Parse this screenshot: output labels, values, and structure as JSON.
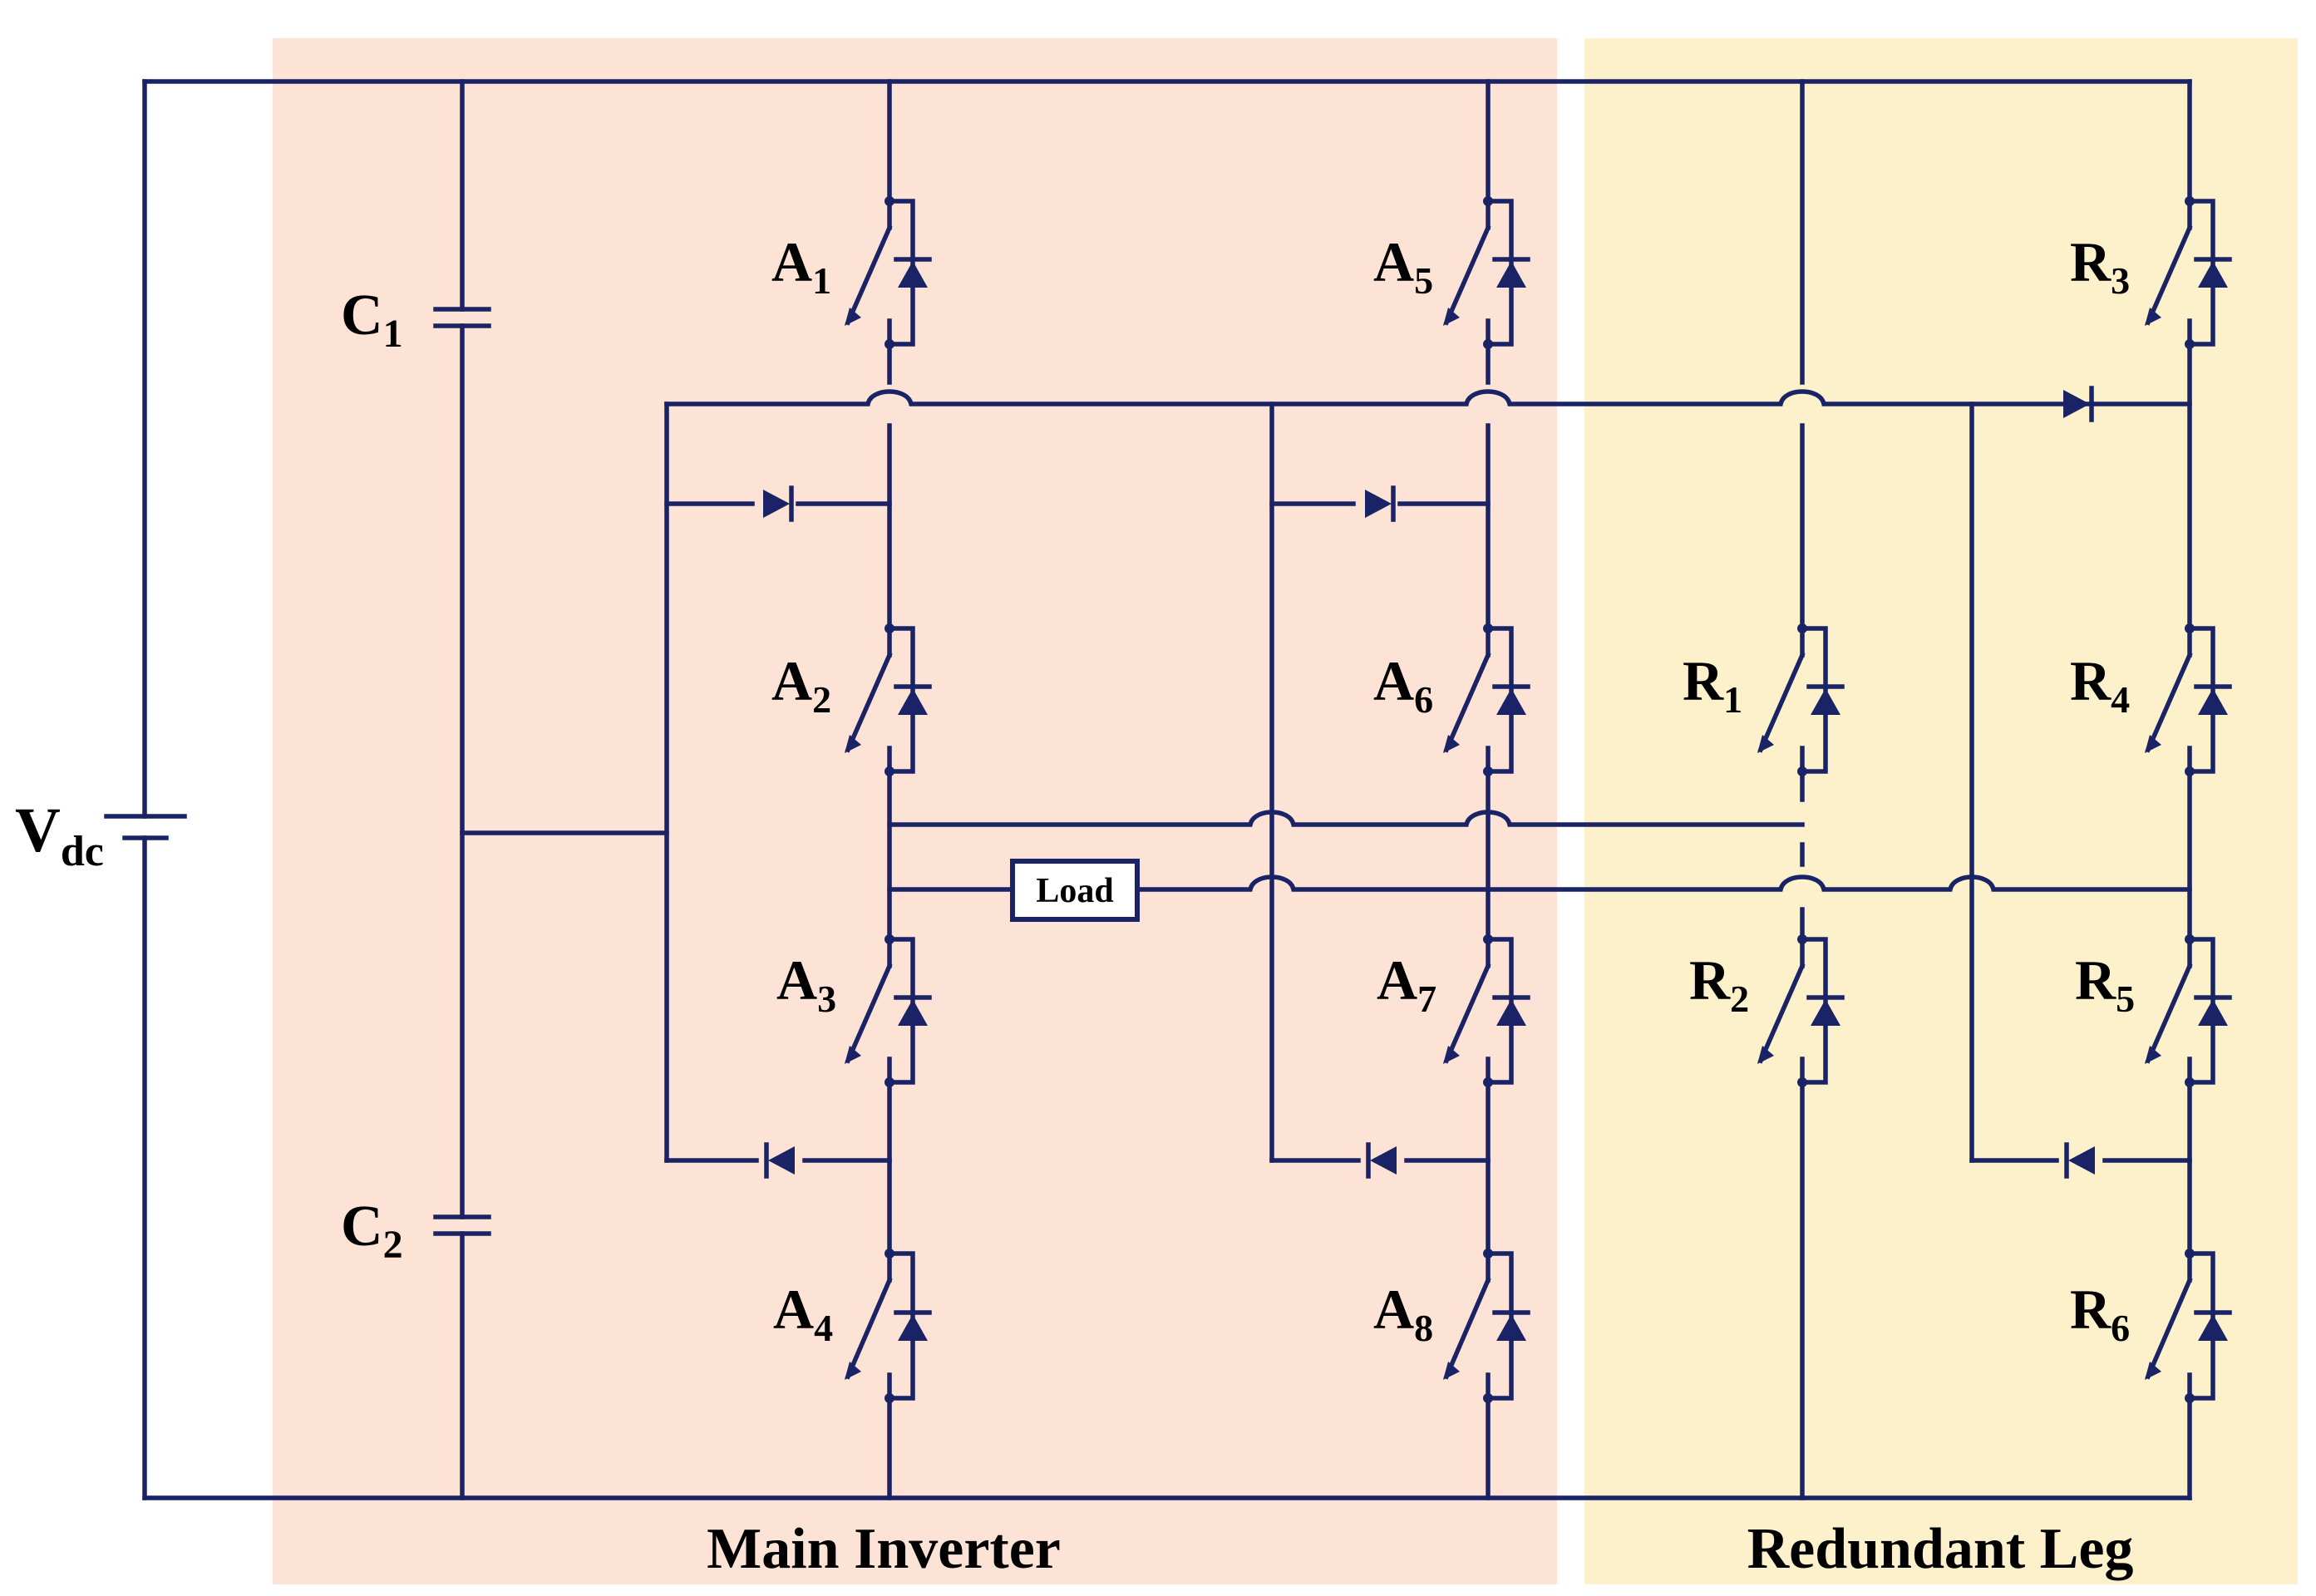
{
  "colors": {
    "wire": "#1a2366",
    "main_region": "#fde3d6",
    "redundant_region": "#fdf1cc",
    "text": "#000000"
  },
  "regions": {
    "main": "Main Inverter",
    "redundant": "Redundant Leg"
  },
  "source": {
    "main": "V",
    "sub": "dc"
  },
  "capacitors": [
    {
      "id": "c1",
      "main": "C",
      "sub": "1"
    },
    {
      "id": "c2",
      "main": "C",
      "sub": "2"
    }
  ],
  "load": "Load",
  "switches": [
    {
      "id": "a1",
      "main": "A",
      "sub": "1"
    },
    {
      "id": "a2",
      "main": "A",
      "sub": "2"
    },
    {
      "id": "a3",
      "main": "A",
      "sub": "3"
    },
    {
      "id": "a4",
      "main": "A",
      "sub": "4"
    },
    {
      "id": "a5",
      "main": "A",
      "sub": "5"
    },
    {
      "id": "a6",
      "main": "A",
      "sub": "6"
    },
    {
      "id": "a7",
      "main": "A",
      "sub": "7"
    },
    {
      "id": "a8",
      "main": "A",
      "sub": "8"
    },
    {
      "id": "r1",
      "main": "R",
      "sub": "1"
    },
    {
      "id": "r2",
      "main": "R",
      "sub": "2"
    },
    {
      "id": "r3",
      "main": "R",
      "sub": "3"
    },
    {
      "id": "r4",
      "main": "R",
      "sub": "4"
    },
    {
      "id": "r5",
      "main": "R",
      "sub": "5"
    },
    {
      "id": "r6",
      "main": "R",
      "sub": "6"
    }
  ]
}
